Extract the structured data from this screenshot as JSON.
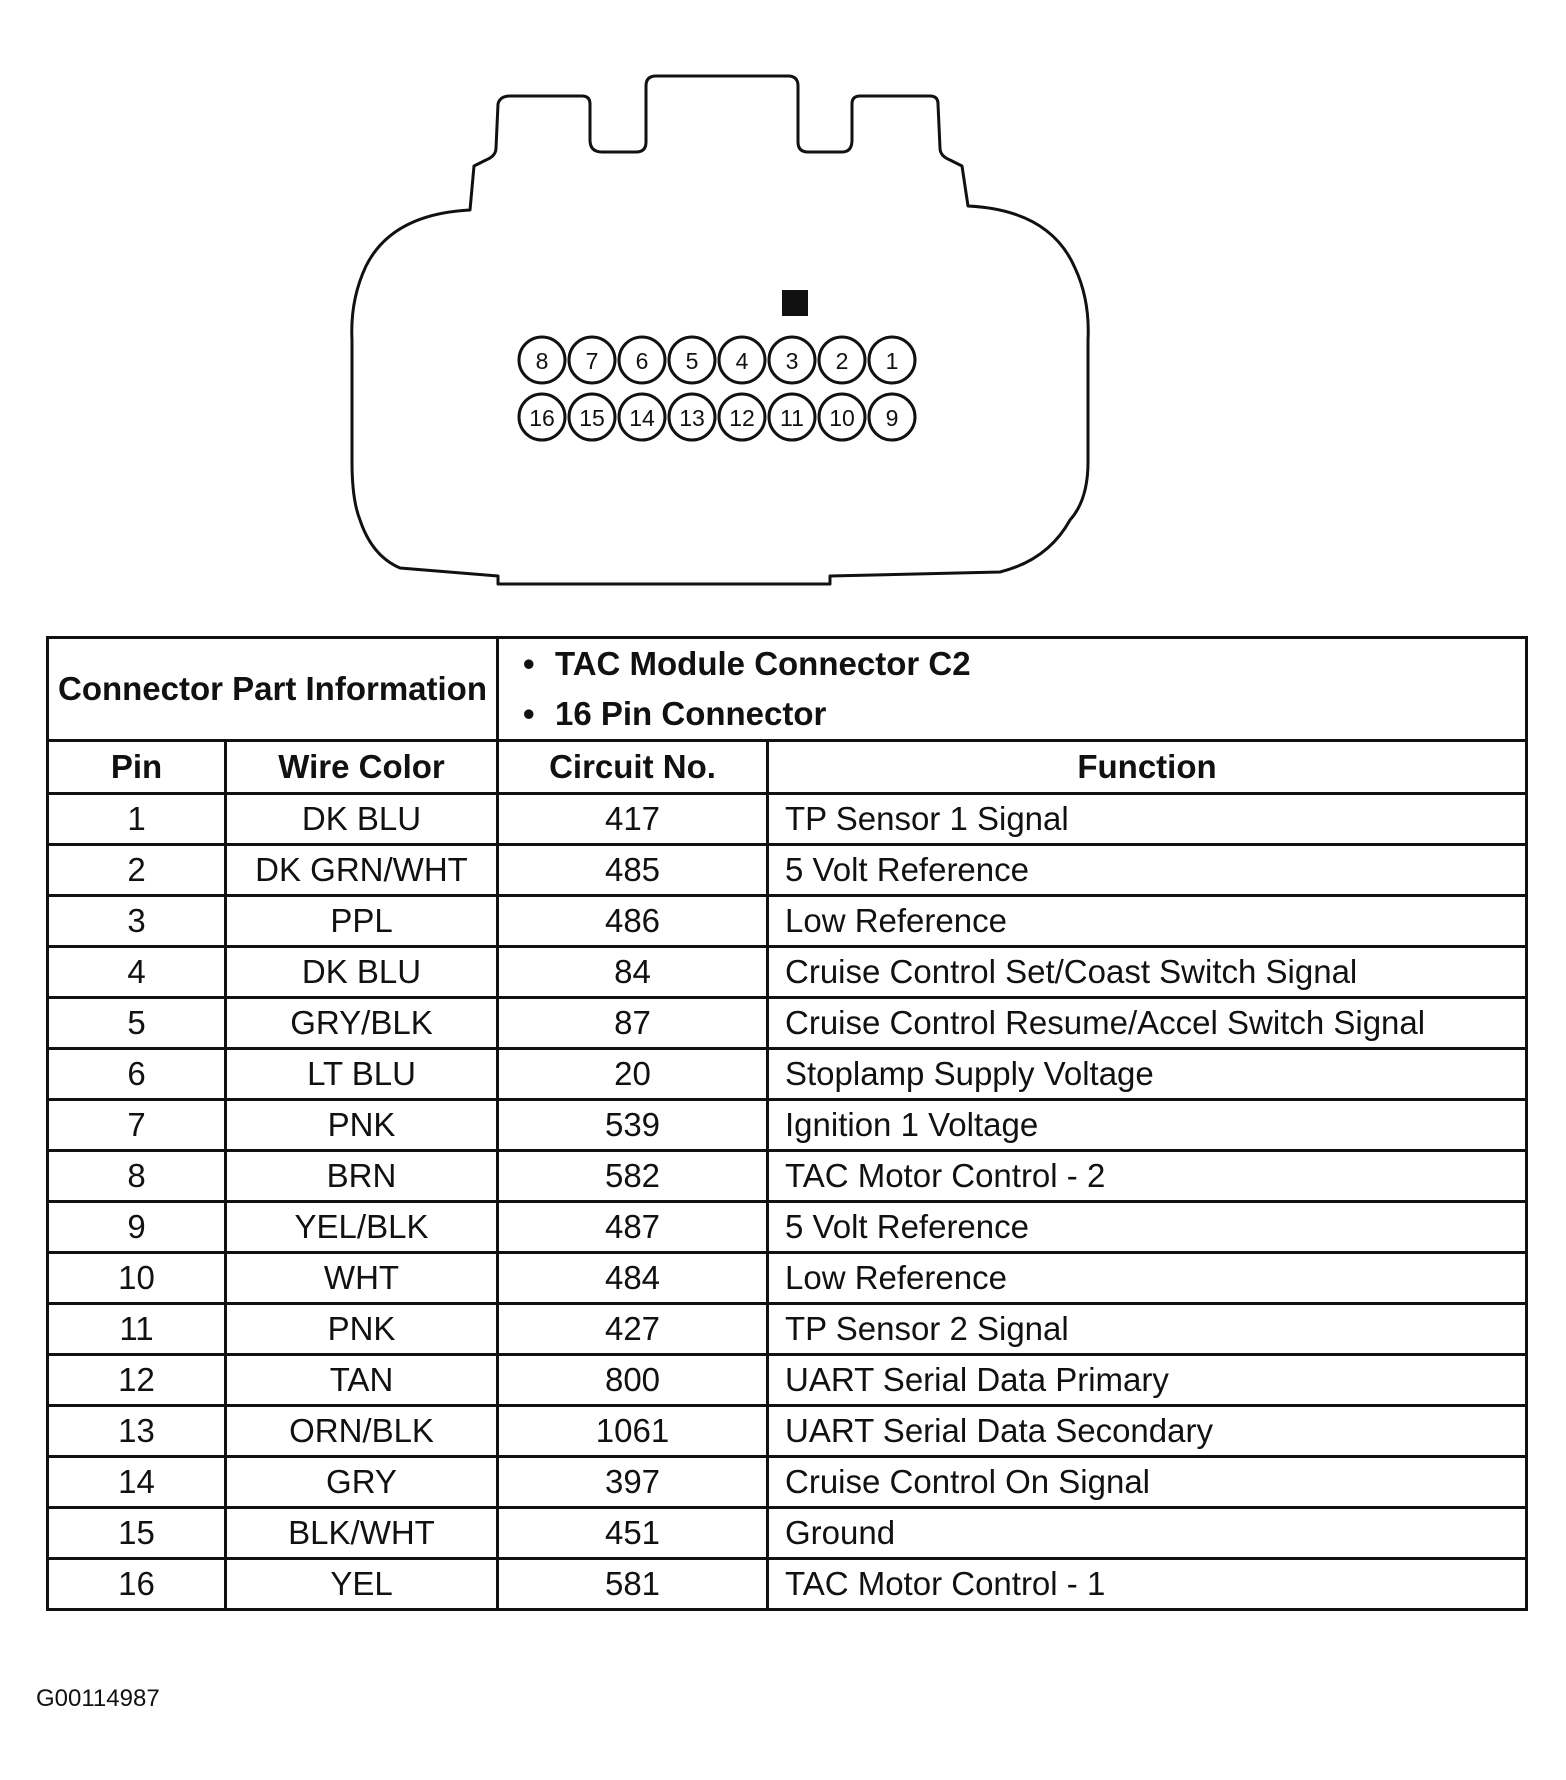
{
  "connector": {
    "pins_top_row": [
      "8",
      "7",
      "6",
      "5",
      "4",
      "3",
      "2",
      "1"
    ],
    "pins_bottom_row": [
      "16",
      "15",
      "14",
      "13",
      "12",
      "11",
      "10",
      "9"
    ]
  },
  "table": {
    "part_info_label": "Connector Part Information",
    "part_info": [
      "TAC Module Connector C2",
      "16 Pin Connector"
    ],
    "columns": [
      "Pin",
      "Wire Color",
      "Circuit No.",
      "Function"
    ],
    "rows": [
      {
        "pin": "1",
        "color": "DK BLU",
        "circuit": "417",
        "function": "TP Sensor 1 Signal"
      },
      {
        "pin": "2",
        "color": "DK GRN/WHT",
        "circuit": "485",
        "function": "5 Volt Reference"
      },
      {
        "pin": "3",
        "color": "PPL",
        "circuit": "486",
        "function": "Low Reference"
      },
      {
        "pin": "4",
        "color": "DK BLU",
        "circuit": "84",
        "function": "Cruise Control Set/Coast Switch Signal"
      },
      {
        "pin": "5",
        "color": "GRY/BLK",
        "circuit": "87",
        "function": "Cruise Control Resume/Accel Switch Signal"
      },
      {
        "pin": "6",
        "color": "LT BLU",
        "circuit": "20",
        "function": "Stoplamp Supply Voltage"
      },
      {
        "pin": "7",
        "color": "PNK",
        "circuit": "539",
        "function": "Ignition 1 Voltage"
      },
      {
        "pin": "8",
        "color": "BRN",
        "circuit": "582",
        "function": "TAC Motor Control - 2"
      },
      {
        "pin": "9",
        "color": "YEL/BLK",
        "circuit": "487",
        "function": "5 Volt Reference"
      },
      {
        "pin": "10",
        "color": "WHT",
        "circuit": "484",
        "function": "Low Reference"
      },
      {
        "pin": "11",
        "color": "PNK",
        "circuit": "427",
        "function": "TP Sensor 2 Signal"
      },
      {
        "pin": "12",
        "color": "TAN",
        "circuit": "800",
        "function": "UART Serial Data Primary"
      },
      {
        "pin": "13",
        "color": "ORN/BLK",
        "circuit": "1061",
        "function": "UART Serial Data Secondary"
      },
      {
        "pin": "14",
        "color": "GRY",
        "circuit": "397",
        "function": "Cruise Control On Signal"
      },
      {
        "pin": "15",
        "color": "BLK/WHT",
        "circuit": "451",
        "function": "Ground"
      },
      {
        "pin": "16",
        "color": "YEL",
        "circuit": "581",
        "function": "TAC Motor Control - 1"
      }
    ]
  },
  "figure_code": "G00114987"
}
